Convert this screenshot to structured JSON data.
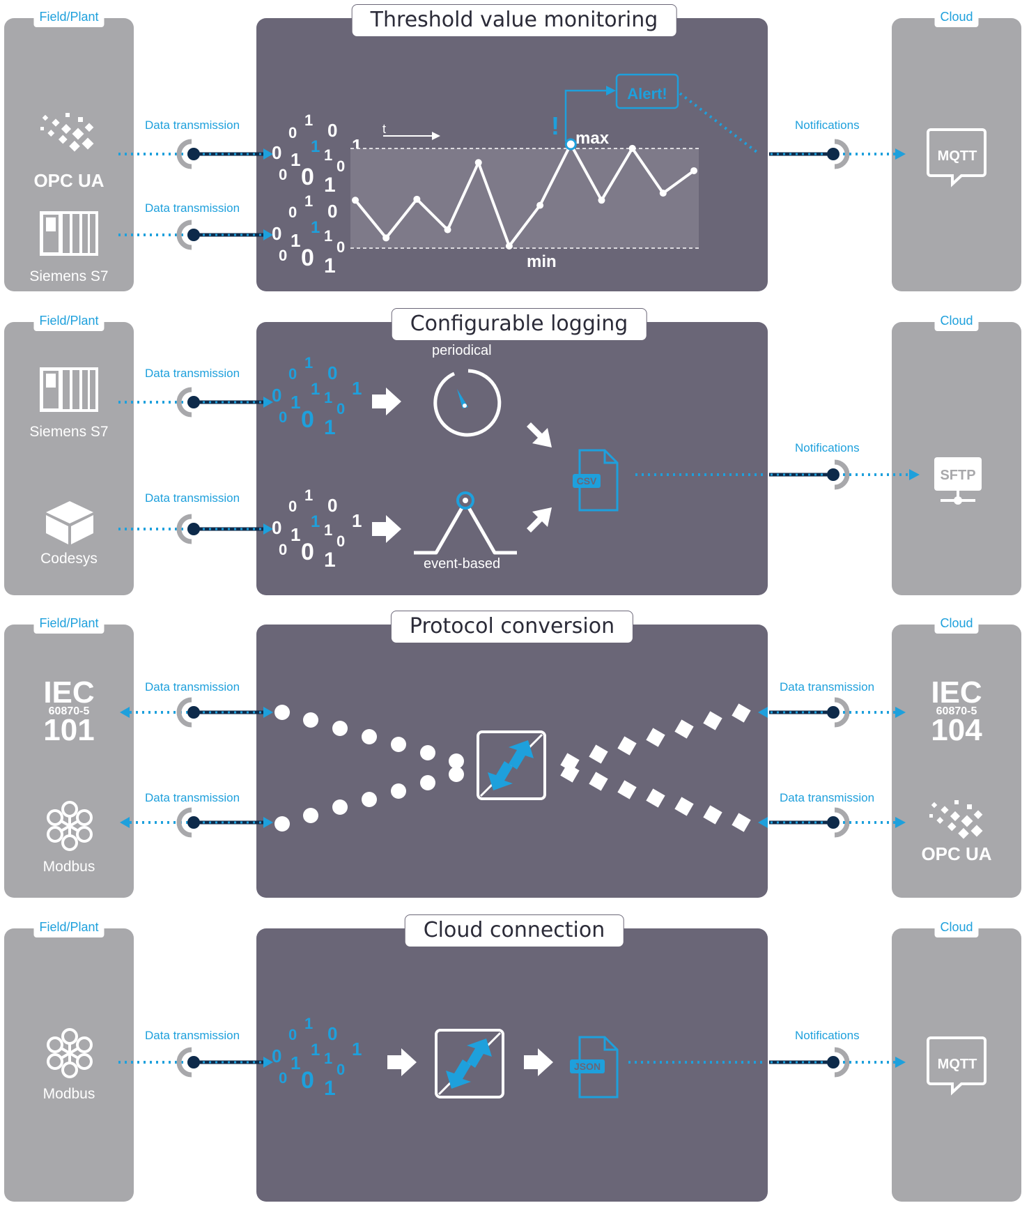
{
  "field_label": "Field/Plant",
  "cloud_label": "Cloud",
  "data_transmission": "Data transmission",
  "notifications": "Notifications",
  "section1": {
    "title": "Threshold value monitoring",
    "dev_top": "OPC UA",
    "dev_bottom": "Siemens S7",
    "cloud_dev": "MQTT",
    "alert": "Alert!",
    "exclaim": "!",
    "max": "max",
    "min": "min",
    "t": "t",
    "chart_data": {
      "type": "line",
      "values": [
        0.45,
        0.08,
        0.46,
        0.16,
        0.82,
        0.0,
        0.4,
        1.0,
        0.45,
        0.96,
        0.52,
        0.74
      ],
      "ylim": [
        0,
        1
      ]
    }
  },
  "section2": {
    "title": "Configurable logging",
    "dev_top": "Siemens S7",
    "dev_bottom": "Codesys",
    "periodical": "periodical",
    "event_based": "event-based",
    "file": "CSV",
    "cloud_dev": "SFTP"
  },
  "section3": {
    "title": "Protocol conversion",
    "left_top_big1": "IEC",
    "left_top_small": "60870-5",
    "left_top_big2": "101",
    "left_bottom": "Modbus",
    "right_top_big1": "IEC",
    "right_top_small": "60870-5",
    "right_top_big2": "104",
    "right_bottom": "OPC UA"
  },
  "section4": {
    "title": "Cloud connection",
    "dev": "Modbus",
    "file": "JSON",
    "cloud_dev": "MQTT"
  },
  "binary_digits": [
    "0",
    "1",
    "0",
    "1",
    "0",
    "1",
    "1",
    "0",
    "1",
    "0",
    "0",
    "1",
    "0",
    "1"
  ],
  "colors": {
    "accent": "#1ea0dc",
    "panel": "#6a6677",
    "side": "#a8a8ab",
    "dark": "#0d2a4a"
  }
}
